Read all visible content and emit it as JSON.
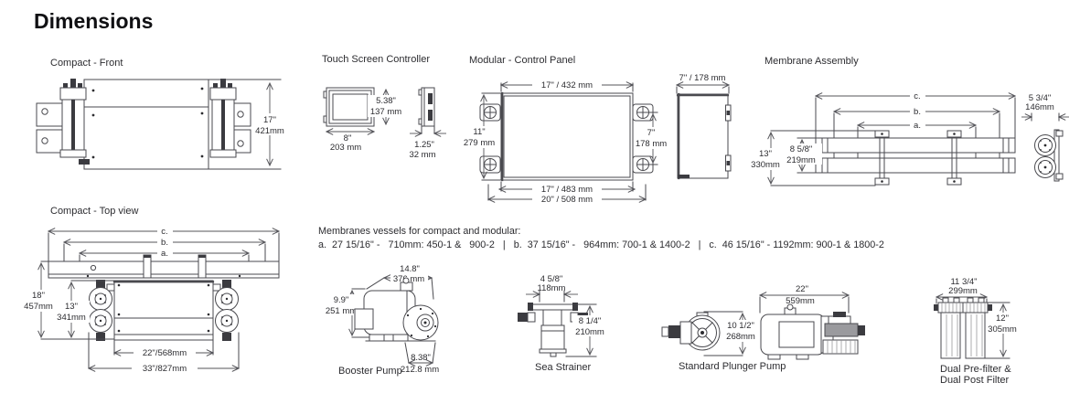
{
  "page_title": "Dimensions",
  "colors": {
    "ink": "#2c2c30",
    "line": "#4a4a4f",
    "background": "#ffffff"
  },
  "compact_front": {
    "caption": "Compact - Front",
    "height_in": "17\"",
    "height_mm": "421mm"
  },
  "touch_screen": {
    "caption": "Touch Screen Controller",
    "width_in": "8\"",
    "width_mm": "203 mm",
    "height_in": "5.38\"",
    "height_mm": "137 mm",
    "depth_in": "1.25\"",
    "depth_mm": "32 mm"
  },
  "modular_panel": {
    "caption": "Modular - Control Panel",
    "top_width": "17\" / 432 mm",
    "height_in": "11\"",
    "height_mm": "279 mm",
    "hole_spacing_in": "7\"",
    "hole_spacing_mm": "178 mm",
    "bottom_width_inner": "17\" / 483 mm",
    "bottom_width_outer": "20\" / 508 mm",
    "side_depth": "7\" / 178 mm"
  },
  "membrane_assembly": {
    "caption": "Membrane Assembly",
    "dim_a": "a.",
    "dim_b": "b.",
    "dim_c": "c.",
    "height_in": "13\"",
    "height_mm": "330mm",
    "vessel_spacing_in": "8 5/8\"",
    "vessel_spacing_mm": "219mm",
    "end_width_in": "5 3/4\"",
    "end_width_mm": "146mm"
  },
  "compact_top": {
    "caption": "Compact - Top view",
    "dim_a": "a.",
    "dim_b": "b.",
    "dim_c": "c.",
    "depth_in": "18\"",
    "depth_mm": "457mm",
    "inner_depth_in": "13\"",
    "inner_depth_mm": "341mm",
    "width_inner": "22\"/568mm",
    "width_outer": "33\"/827mm"
  },
  "vessels_note": {
    "heading": "Membranes vessels for compact and modular:",
    "items": "a.  27 15/16\" -   710mm: 450-1 &   900-2   |   b.  37 15/16\" -   964mm: 700-1 & 1400-2   |   c.  46 15/16\" - 1192mm: 900-1 & 1800-2"
  },
  "booster_pump": {
    "caption": "Booster Pump",
    "length_in": "14.8\"",
    "length_mm": "376 mm",
    "height_in": "9.9\"",
    "height_mm": "251 mm",
    "base_in": "8.38\"",
    "base_mm": "212.8 mm"
  },
  "sea_strainer": {
    "caption": "Sea Strainer",
    "width_in": "4 5/8\"",
    "width_mm": "118mm",
    "height_in": "8 1/4\"",
    "height_mm": "210mm"
  },
  "plunger_pump": {
    "caption": "Standard Plunger Pump",
    "length_in": "22\"",
    "length_mm": "559mm",
    "height_in": "10 1/2\"",
    "height_mm": "268mm"
  },
  "dual_filter": {
    "caption_line1": "Dual Pre-filter &",
    "caption_line2": "Dual Post Filter",
    "width_in": "11 3/4\"",
    "width_mm": "299mm",
    "height_in": "12\"",
    "height_mm": "305mm"
  }
}
